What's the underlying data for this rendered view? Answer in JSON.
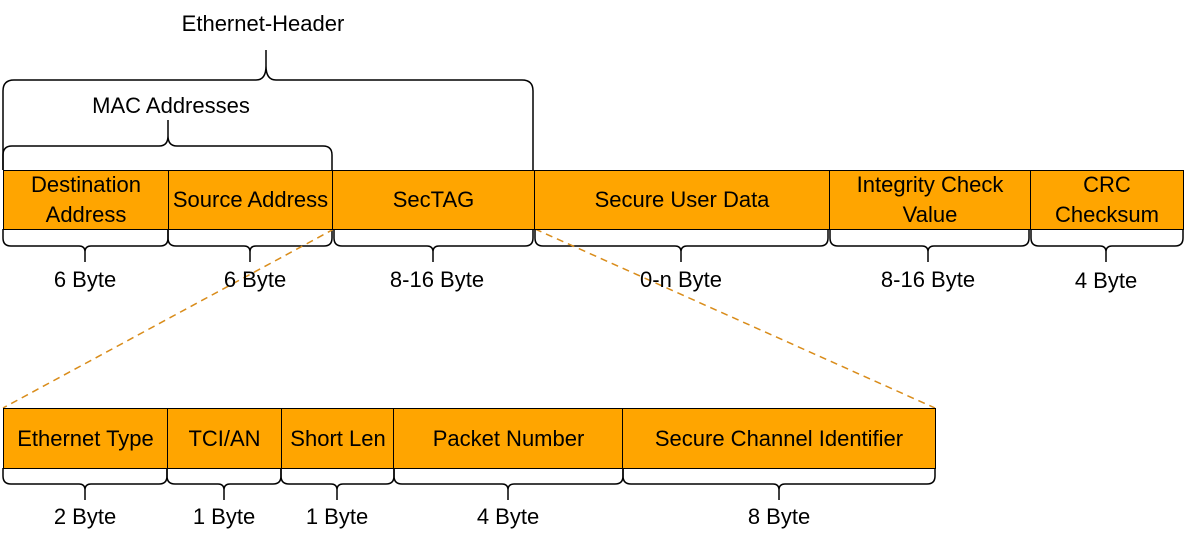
{
  "header_labels": {
    "ethernet_header": "Ethernet-Header",
    "mac_addresses": "MAC Addresses"
  },
  "frame": {
    "fields": [
      {
        "label": "Destination Address",
        "size": "6 Byte"
      },
      {
        "label": "Source Address",
        "size": "6 Byte"
      },
      {
        "label": "SecTAG",
        "size": "8-16 Byte"
      },
      {
        "label": "Secure User Data",
        "size": "0-n Byte"
      },
      {
        "label": "Integrity Check Value",
        "size": "8-16 Byte"
      },
      {
        "label": "CRC Checksum",
        "size": "4 Byte"
      }
    ]
  },
  "sectag": {
    "fields": [
      {
        "label": "Ethernet Type",
        "size": "2 Byte"
      },
      {
        "label": "TCI/AN",
        "size": "1 Byte"
      },
      {
        "label": "Short Len",
        "size": "1 Byte"
      },
      {
        "label": "Packet Number",
        "size": "4 Byte"
      },
      {
        "label": "Secure Channel Identifier",
        "size": "8 Byte"
      }
    ]
  },
  "colors": {
    "field_fill": "#FFA500",
    "zoom_line": "#D98C1A",
    "outline": "#000000"
  }
}
